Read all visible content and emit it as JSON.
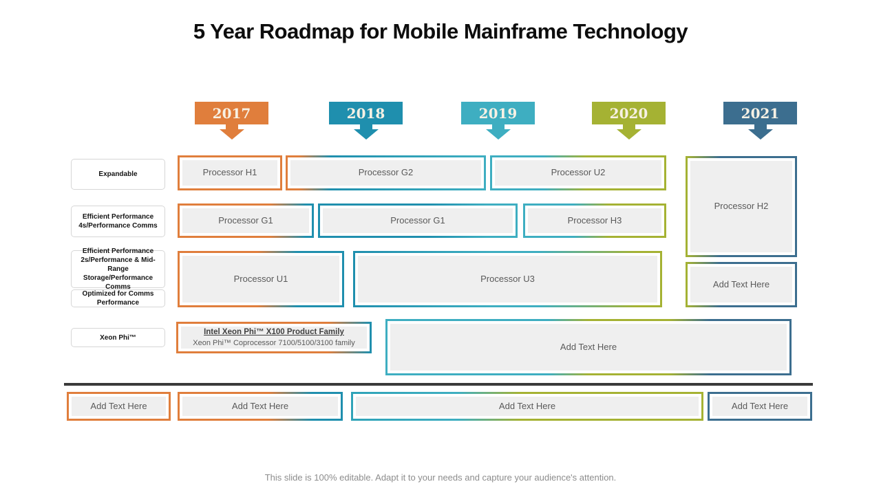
{
  "title": "5 Year Roadmap for Mobile Mainframe Technology",
  "footer_note": "This slide is 100% editable. Adapt it to your needs and capture your audience's attention.",
  "palette": {
    "year_2017": "#E07E3C",
    "year_2018": "#1F8FAE",
    "year_2019": "#3EAEC1",
    "year_2020": "#A5B233",
    "year_2021": "#3C6E8F",
    "box_fill": "#EFEFEF",
    "box_text": "#595959",
    "divider": "#3A3A3A"
  },
  "years": [
    {
      "label": "2017",
      "color": "#E07E3C"
    },
    {
      "label": "2018",
      "color": "#1F8FAE"
    },
    {
      "label": "2019",
      "color": "#3EAEC1"
    },
    {
      "label": "2020",
      "color": "#A5B233"
    },
    {
      "label": "2021",
      "color": "#3C6E8F"
    }
  ],
  "row_labels": [
    {
      "label": "Expandable"
    },
    {
      "label": "Efficient Performance 4s/Performance Comms"
    },
    {
      "label": "Efficient Performance 2s/Performance & Mid-Range Storage/Performance Comms"
    },
    {
      "label": "Optimized for Comms Performance"
    },
    {
      "label": "Xeon Phi™"
    }
  ],
  "boxes": {
    "h1": "Processor H1",
    "g2": "Processor G2",
    "u2": "Processor U2",
    "h2": "Processor H2",
    "g1a": "Processor G1",
    "g1b": "Processor G1",
    "h3": "Processor H3",
    "u1": "Processor U1",
    "u3": "Processor U3",
    "add_right": "Add Text Here",
    "xeon_line1": "Intel Xeon Phi™ X100 Product Family",
    "xeon_line2": "Xeon Phi™  Coprocessor  7100/5100/3100 family",
    "add_big": "Add Text Here",
    "bottom": [
      "Add Text Here",
      "Add Text Here",
      "Add Text Here",
      "Add Text Here"
    ]
  }
}
